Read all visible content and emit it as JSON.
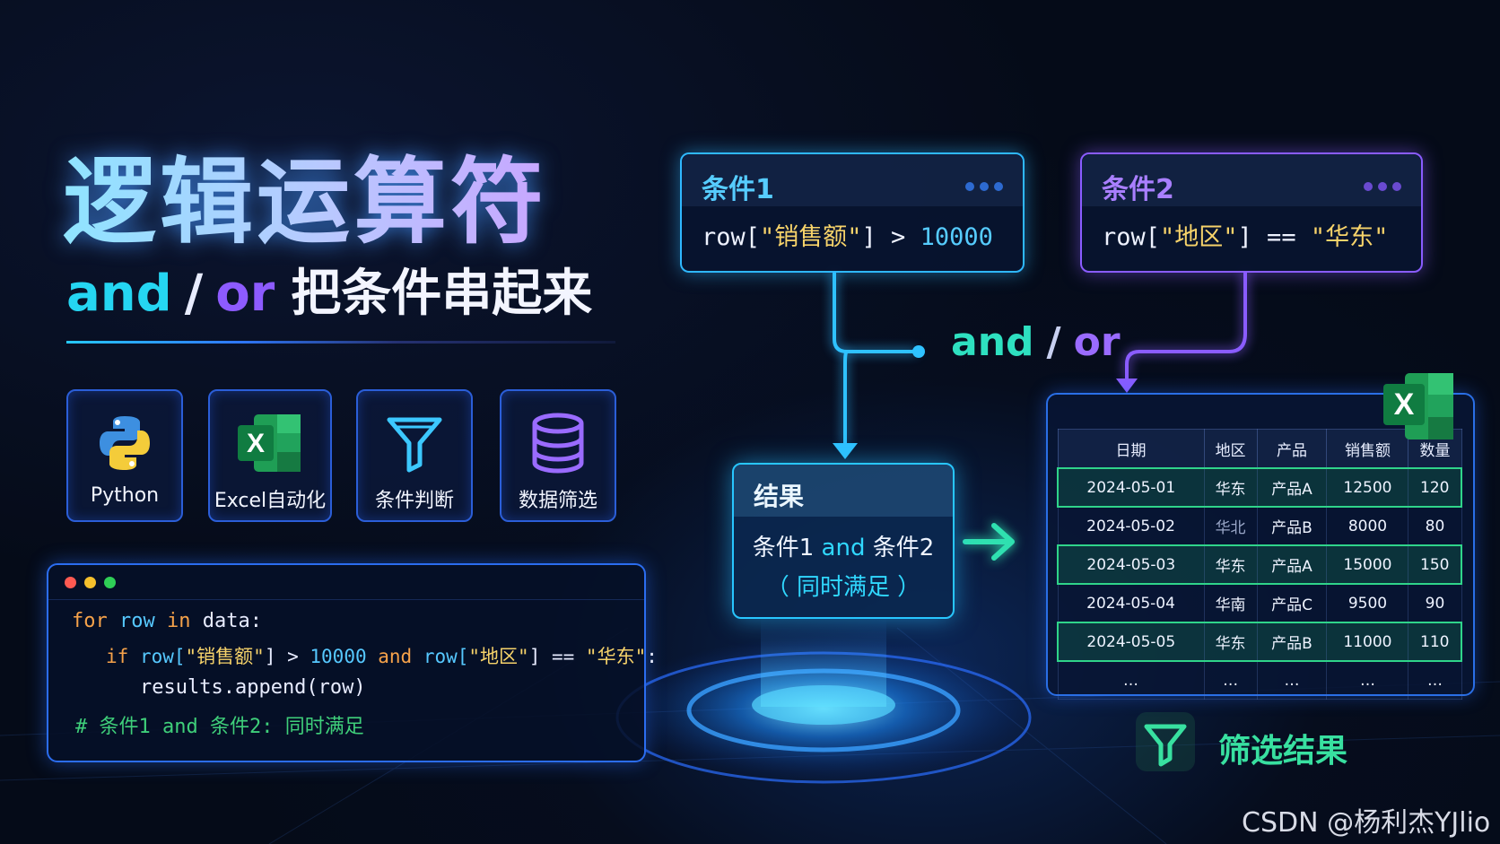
{
  "title": "逻辑运算符",
  "subtitle": {
    "and": "and",
    "slash": "/",
    "or": "or",
    "rest": "把条件串起来"
  },
  "tiles": [
    {
      "label": "Python",
      "icon": "python-icon"
    },
    {
      "label": "Excel自动化",
      "icon": "excel-icon"
    },
    {
      "label": "条件判断",
      "icon": "filter-funnel-icon"
    },
    {
      "label": "数据筛选",
      "icon": "database-icon"
    }
  ],
  "code": {
    "line1": {
      "kw1": "for",
      "v1": " row ",
      "kw2": "in",
      "v2": " data:"
    },
    "line2": {
      "kw1": "if",
      "v1": " row[",
      "s1": "\"销售额\"",
      "op1": "] > ",
      "n1": "10000",
      "kw2": " and ",
      "v2": "row[",
      "s2": "\"地区\"",
      "op2": "] == ",
      "s3": "\"华东\"",
      "op3": ":"
    },
    "line3": "results.append(row)",
    "line4": "# 条件1 and 条件2: 同时满足"
  },
  "condition1": {
    "title": "条件1",
    "expr_prefix": "row[",
    "expr_key": "\"销售额\"",
    "expr_op": "] > ",
    "expr_value": "10000",
    "accent": "#2fb8ff"
  },
  "condition2": {
    "title": "条件2",
    "expr_prefix": "row[",
    "expr_key": "\"地区\"",
    "expr_op": "] == ",
    "expr_value": "\"华东\"",
    "accent": "#8a5cff"
  },
  "connector": {
    "and": "and",
    "slash": "/",
    "or": "or"
  },
  "result": {
    "title": "结果",
    "line1_a": "条件1 ",
    "line1_and": "and",
    "line1_b": " 条件2",
    "line2": "（ 同时满足 ）"
  },
  "table": {
    "headers": [
      "日期",
      "地区",
      "产品",
      "销售额",
      "数量"
    ],
    "rows": [
      {
        "cells": [
          "2024-05-01",
          "华东",
          "产品A",
          "12500",
          "120"
        ],
        "highlight": true
      },
      {
        "cells": [
          "2024-05-02",
          "华北",
          "产品B",
          "8000",
          "80"
        ],
        "highlight": false
      },
      {
        "cells": [
          "2024-05-03",
          "华东",
          "产品A",
          "15000",
          "150"
        ],
        "highlight": true
      },
      {
        "cells": [
          "2024-05-04",
          "华南",
          "产品C",
          "9500",
          "90"
        ],
        "highlight": false
      },
      {
        "cells": [
          "2024-05-05",
          "华东",
          "产品B",
          "11000",
          "110"
        ],
        "highlight": true
      },
      {
        "cells": [
          "…",
          "…",
          "…",
          "…",
          "…"
        ],
        "highlight": false
      }
    ]
  },
  "filter_result_label": "筛选结果",
  "watermark": "CSDN @杨利杰YJlio"
}
